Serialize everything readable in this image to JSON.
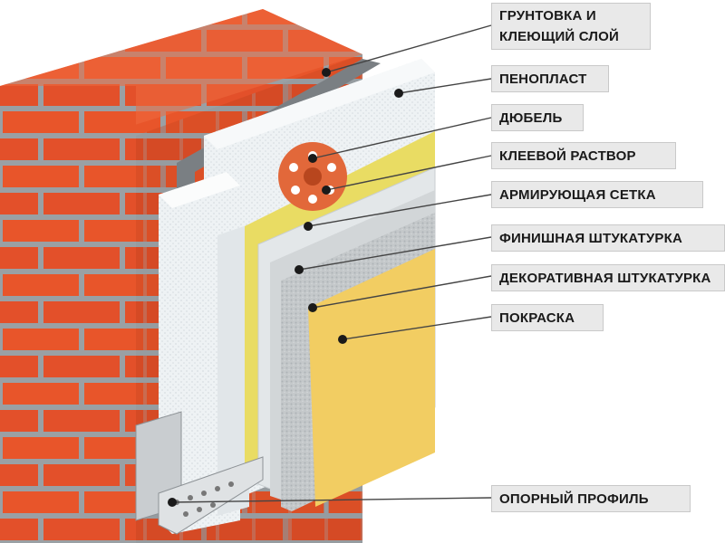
{
  "layers": [
    {
      "id": "primer",
      "lines": [
        "ГРУНТОВКА И",
        "КЛЕЮЩИЙ СЛОЙ"
      ]
    },
    {
      "id": "foam",
      "lines": [
        "ПЕНОПЛАСТ"
      ]
    },
    {
      "id": "dowel",
      "lines": [
        "ДЮБЕЛЬ"
      ]
    },
    {
      "id": "adhesive",
      "lines": [
        "КЛЕЕВОЙ РАСТВОР"
      ]
    },
    {
      "id": "mesh",
      "lines": [
        "АРМИРУЮЩАЯ СЕТКА"
      ]
    },
    {
      "id": "finish",
      "lines": [
        "ФИНИШНАЯ ШТУКАТУРКА"
      ]
    },
    {
      "id": "decor",
      "lines": [
        "ДЕКОРАТИВНАЯ ШТУКАТУРКА"
      ]
    },
    {
      "id": "paint",
      "lines": [
        "ПОКРАСКА"
      ]
    },
    {
      "id": "profile",
      "lines": [
        "ОПОРНЫЙ ПРОФИЛЬ"
      ]
    }
  ],
  "colors": {
    "brick": "#e8552a",
    "brick_dark": "#b93d1c",
    "mortar": "#9aa0a4",
    "foam": "#eef2f4",
    "adhesive_yellow": "#e9dc63",
    "mesh": "#dfe3e5",
    "finish": "#bfc3c5",
    "paint": "#f2cd62",
    "dowel": "#e2683a",
    "label_bg": "#e9e9e9"
  }
}
